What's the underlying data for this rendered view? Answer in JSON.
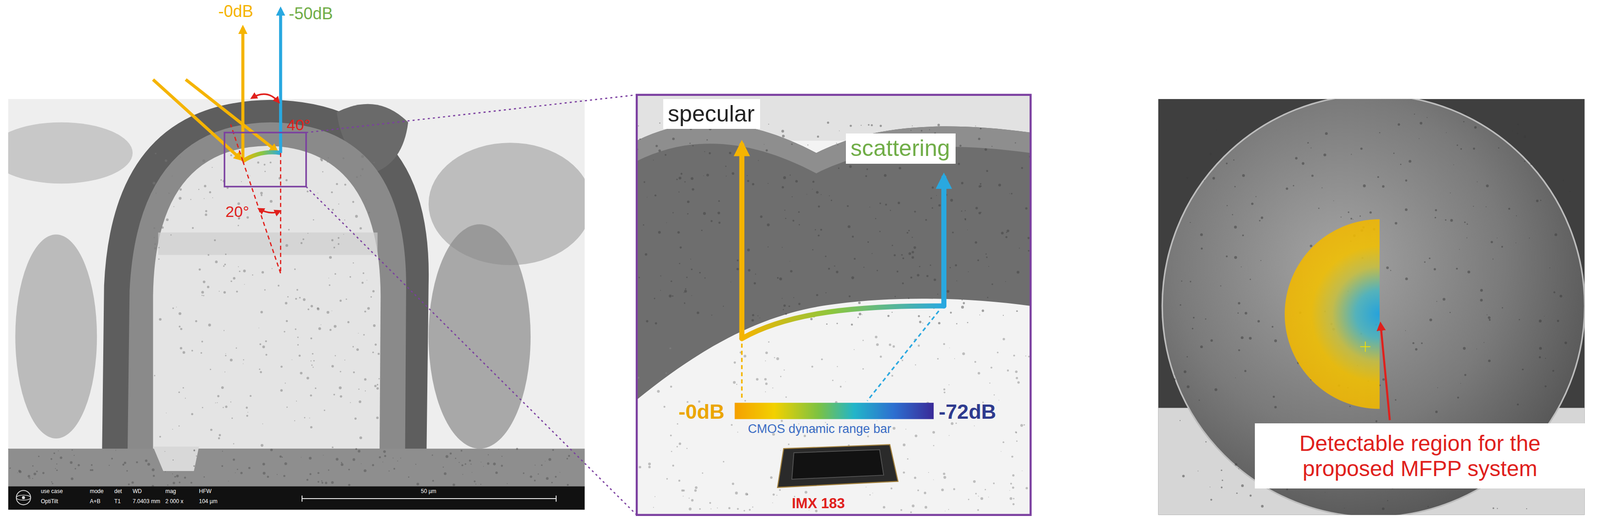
{
  "diagram": {
    "nodes": [
      {
        "text": [
          "specular"
        ]
      },
      {
        "text": [
          "scattering"
        ]
      },
      {
        "text": [
          "Detectable region for the proposed MFPP system"
        ]
      }
    ],
    "labels": [
      "-0dB",
      "-50dB",
      "40°",
      "20°",
      "use case",
      "mode",
      "det",
      "WD",
      "mag",
      "HFW",
      "OptiTilt",
      "A+B",
      "T1",
      "7.0403 mm",
      "2 000 x",
      "104 µm",
      "50 µm",
      "-0dB",
      "-72dB",
      "CMOS dynamic range bar",
      "IMX 183"
    ]
  }
}
